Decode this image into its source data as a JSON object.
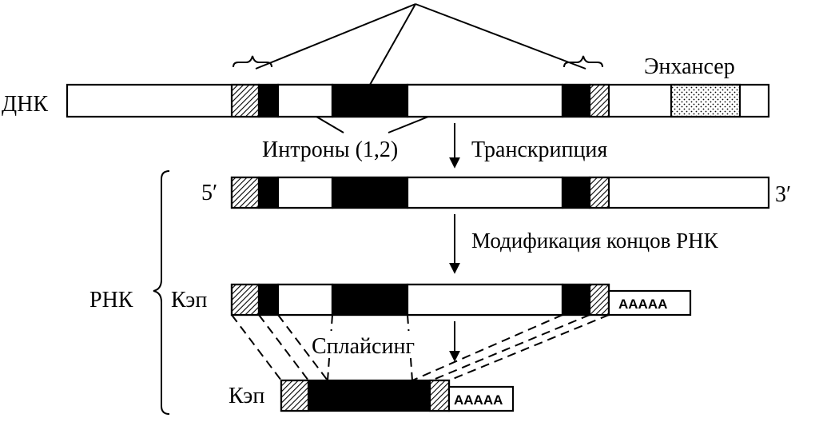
{
  "labels": {
    "dna": "ДНК",
    "rna": "РНК",
    "enhancer": "Энхансер",
    "introns": "Интроны (1,2)",
    "transcription": "Транскрипция",
    "modification": "Модификация концов РНК",
    "splicing": "Сплайсинг",
    "five_prime": "5′",
    "three_prime": "3′",
    "cap_1": "Кэп",
    "cap_2": "Кэп",
    "polya_1": "AAAAA",
    "polya_2": "AAAAA"
  },
  "colors": {
    "exon": "#000000",
    "intron": "#ffffff",
    "utr_hatch": "#000000",
    "enhancer_dots": "#000000",
    "background": "#ffffff"
  }
}
